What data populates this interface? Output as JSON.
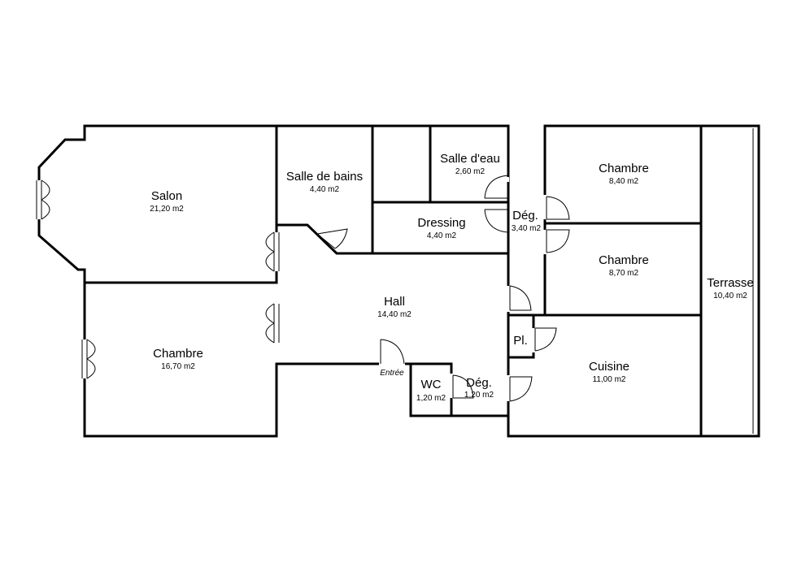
{
  "rooms": {
    "salon": {
      "name": "Salon",
      "area": "21,20 m2"
    },
    "chambre1": {
      "name": "Chambre",
      "area": "16,70 m2"
    },
    "salle_bains": {
      "name": "Salle de bains",
      "area": "4,40 m2"
    },
    "salle_eau": {
      "name": "Salle d'eau",
      "area": "2,60 m2"
    },
    "dressing": {
      "name": "Dressing",
      "area": "4,40 m2"
    },
    "hall": {
      "name": "Hall",
      "area": "14,40 m2"
    },
    "wc": {
      "name": "WC",
      "area": "1,20 m2"
    },
    "deg_small": {
      "name": "Dég.",
      "area": "1,20 m2"
    },
    "deg_main": {
      "name": "Dég.",
      "area": "3,40 m2"
    },
    "chambre2": {
      "name": "Chambre",
      "area": "8,40 m2"
    },
    "chambre3": {
      "name": "Chambre",
      "area": "8,70 m2"
    },
    "placard": {
      "name": "Pl.",
      "area": ""
    },
    "cuisine": {
      "name": "Cuisine",
      "area": "11,00 m2"
    },
    "terrasse": {
      "name": "Terrasse",
      "area": "10,40 m2"
    }
  },
  "entry_label": "Entrée"
}
